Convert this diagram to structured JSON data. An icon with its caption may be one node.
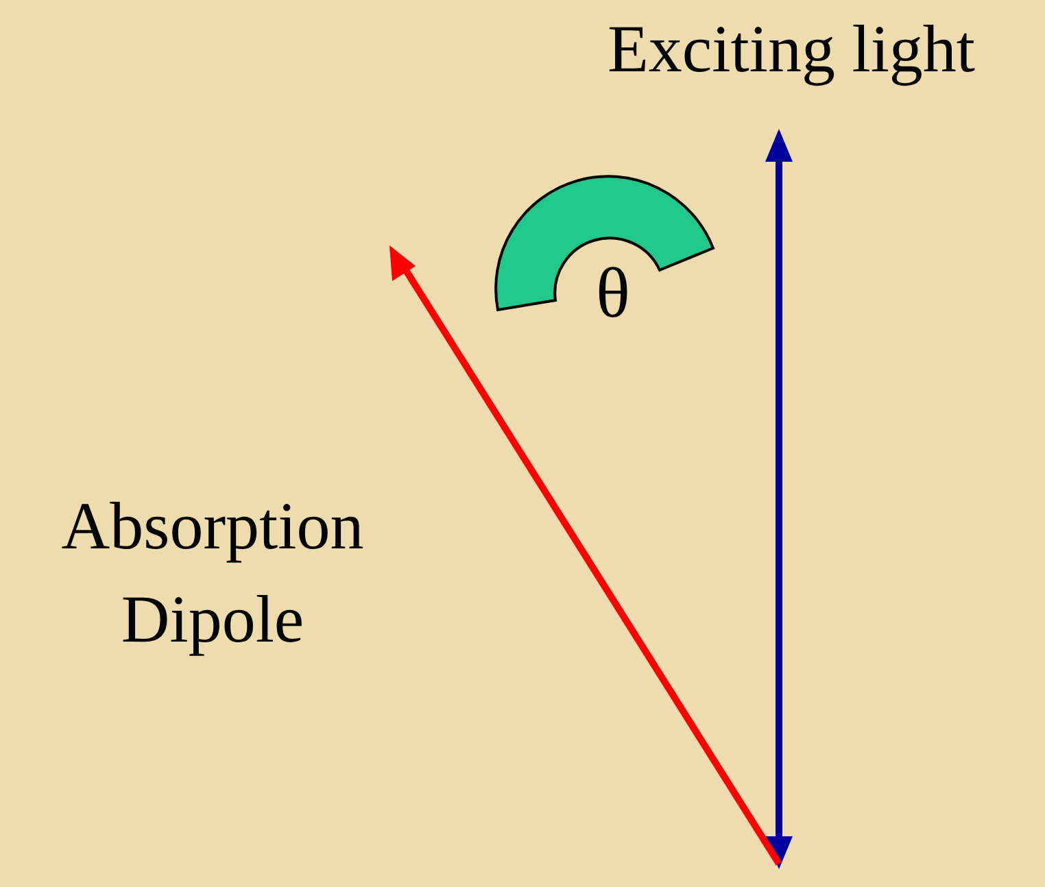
{
  "diagram": {
    "labels": [
      "Exciting light",
      "θ",
      "Absorption Dipole"
    ]
  }
}
